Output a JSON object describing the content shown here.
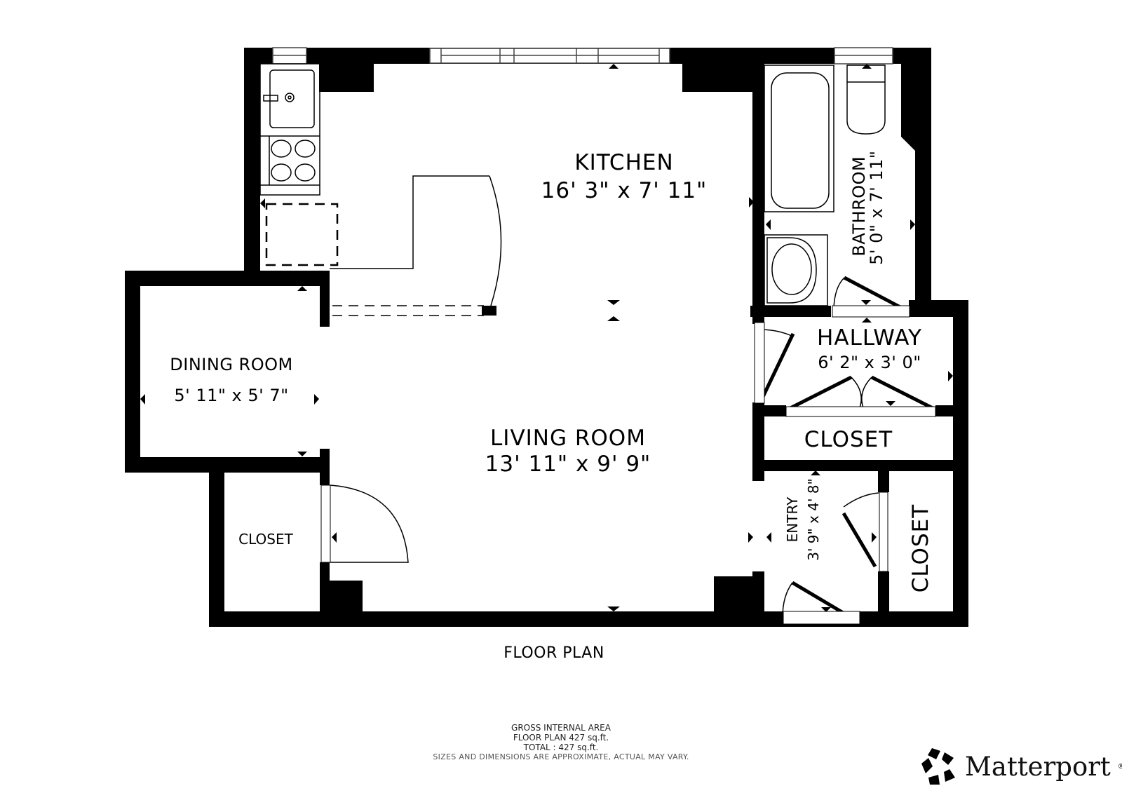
{
  "rooms": [
    {
      "name": "KITCHEN",
      "dims": "16' 3\" x 7' 11\""
    },
    {
      "name": "BATHROOM",
      "dims": "5' 0\" x 7' 11\""
    },
    {
      "name": "DINING ROOM",
      "dims": "5' 11\" x 5' 7\""
    },
    {
      "name": "LIVING ROOM",
      "dims": "13' 11\" x 9' 9\""
    },
    {
      "name": "HALLWAY",
      "dims": "6' 2\" x 3' 0\""
    },
    {
      "name": "ENTRY",
      "dims": "3' 9\" x 4' 8\""
    }
  ],
  "closets": [
    "CLOSET",
    "CLOSET",
    "CLOSET"
  ],
  "plan_title": "FLOOR PLAN",
  "footer": {
    "line1": "GROSS INTERNAL AREA",
    "line2": "FLOOR PLAN 427 sq.ft.",
    "line3": "TOTAL :  427 sq.ft.",
    "disclaimer": "SIZES AND DIMENSIONS ARE APPROXIMATE, ACTUAL MAY VARY."
  },
  "brand": {
    "name": "Matterport",
    "mark": "®",
    "icon": "matterport-logo-icon"
  },
  "colors": {
    "wall": "#000000",
    "background": "#ffffff",
    "fixture": "#000000"
  }
}
